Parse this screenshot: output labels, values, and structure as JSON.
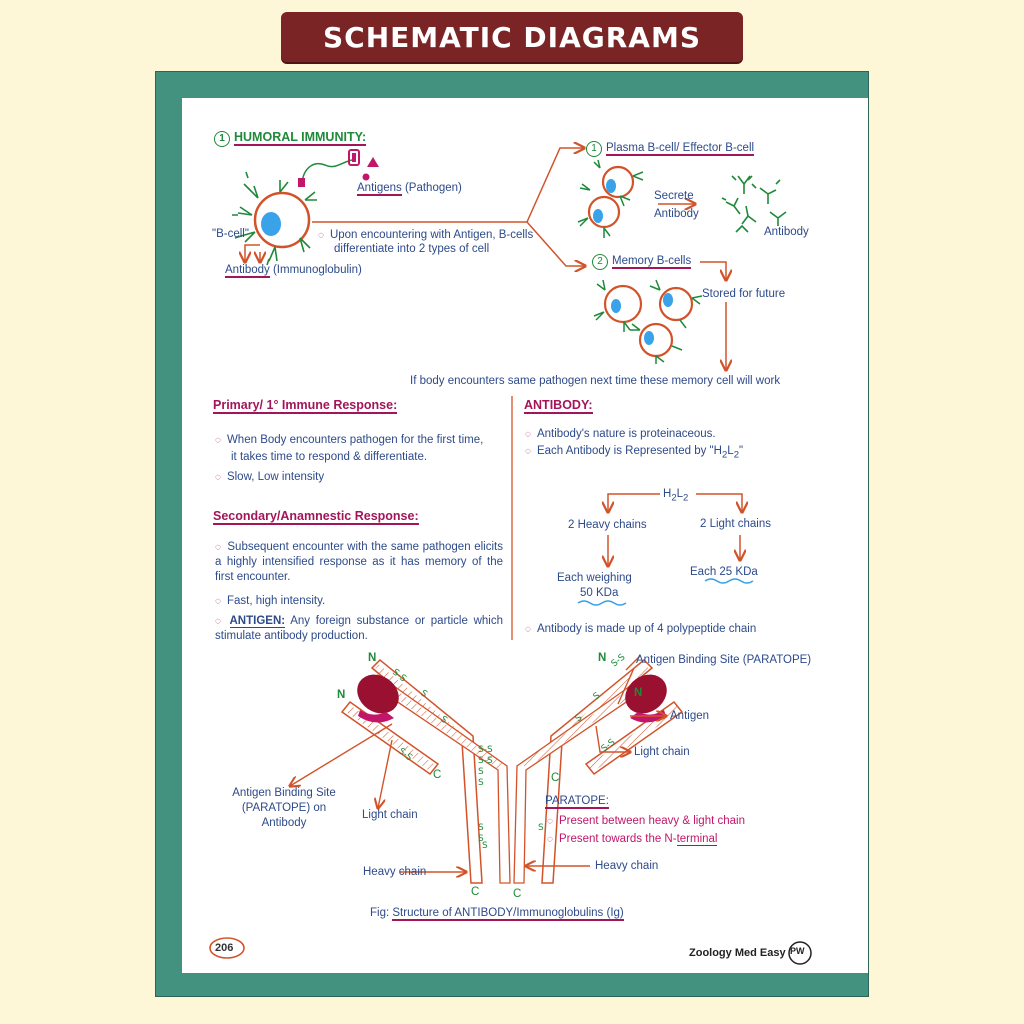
{
  "banner": {
    "title": "SCHEMATIC DIAGRAMS"
  },
  "humoral": {
    "heading": "HUMORAL IMMUNITY:",
    "heading_num": "1",
    "antigens": "Antigens",
    "pathogen": "(Pathogen)",
    "b_cell": "\"B-cell\"",
    "antibody_immunoglobulin": "Antibody",
    "immunoglobulin": "(Immunoglobulin)",
    "encounter_line1": "Upon encountering with Antigen, B-cells",
    "encounter_line2": "differentiate into 2 types of cell",
    "plasma_num": "1",
    "plasma": "Plasma B-cell/ Effector B-cell",
    "secrete": "Secrete",
    "secrete_antibody": "Antibody",
    "antibody_right": "Antibody",
    "memory_num": "2",
    "memory": "Memory B-cells",
    "stored": "Stored  for future",
    "next_time": "If body encounters same pathogen next time these memory cell will work"
  },
  "primary": {
    "heading": "Primary/ 1° Immune Response:",
    "b1_line1": "When Body encounters pathogen for the first time,",
    "b1_line2": "it takes time to respond & differentiate.",
    "b2": "Slow, Low intensity"
  },
  "secondary": {
    "heading": "Secondary/Anamnestic Response:",
    "b1": "Subsequent encounter with the same pathogen elicits a highly intensified response as it has memory of the first encounter.",
    "b2": "Fast, high intensity.",
    "antigen_label": "ANTIGEN:",
    "antigen_def": "Any foreign substance or particle which stimulate antibody production."
  },
  "antibody": {
    "heading": "ANTIBODY:",
    "b1": "Antibody's nature is proteinaceous.",
    "b2_prefix": "Each Antibody is Represented by \"H",
    "sub2": "2",
    "b2_mid": "L",
    "b2_suffix": "\"",
    "tree_root_h": "H",
    "tree_root_l": "L",
    "heavy": "2 Heavy chains",
    "light": "2 Light chains",
    "each_weighing": "Each weighing",
    "kda50": "50 KDa",
    "each25": "Each 25 KDa",
    "b3": "Antibody is made up of 4 polypeptide chain"
  },
  "figure": {
    "n": "N",
    "c": "C",
    "ss": "S-S",
    "s": "S",
    "paratope_right": "Antigen Binding Site (PARATOPE)",
    "antigen": "Antigen",
    "light_right": "Light chain",
    "paratope_left_1": "Antigen Binding Site",
    "paratope_left_2": "(PARATOPE) on",
    "paratope_left_3": "Antibody",
    "light_left": "Light chain",
    "heavy_left": "Heavy chain",
    "heavy_right": "Heavy chain",
    "paratope_heading": "PARATOPE:",
    "paratope_b1": "Present between heavy & light chain",
    "paratope_b2_prefix": "Present towards the N-",
    "paratope_b2_link": "terminal",
    "caption_prefix": "Fig: ",
    "caption": "Structure of ANTIBODY/Immunoglobulins (Ig)"
  },
  "footer": {
    "page": "206",
    "brand": "Zoology Med Easy",
    "logo": "PW"
  },
  "colors": {
    "banner": "#7a2425",
    "frame": "#43917f",
    "text": "#2d4a8a",
    "heading": "#a3155a",
    "arrow": "#d2532a",
    "green": "#1e8a3a"
  }
}
